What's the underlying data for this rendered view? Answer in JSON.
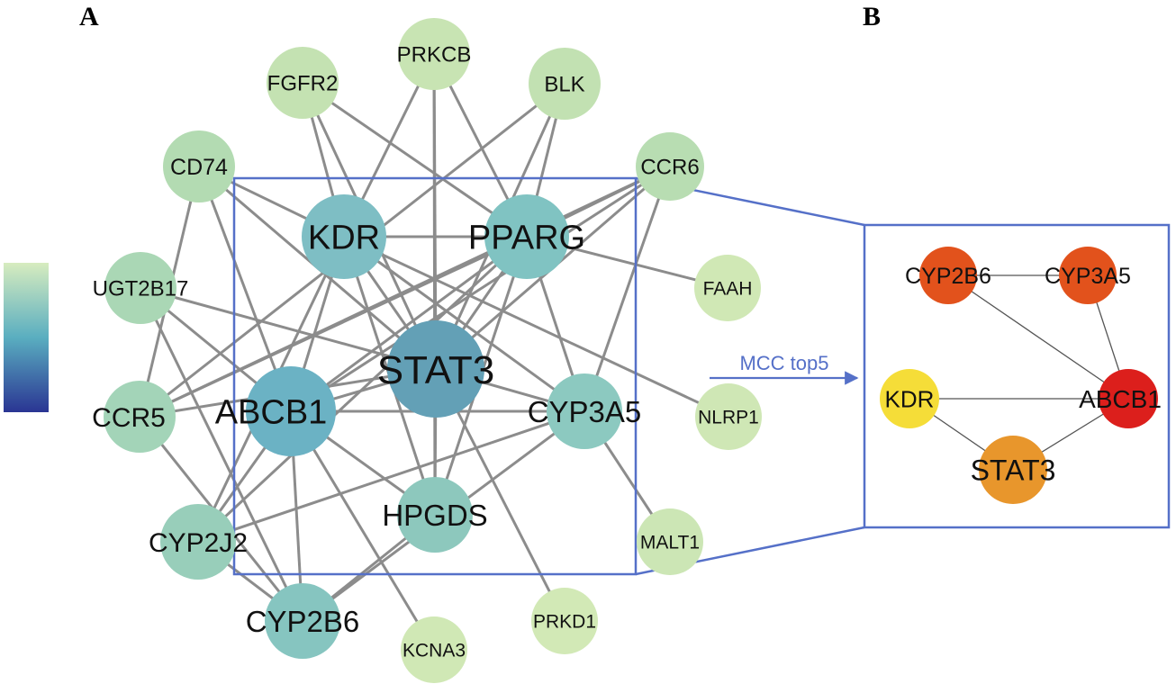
{
  "panels": {
    "a_label": "A",
    "b_label": "B"
  },
  "colors": {
    "box": "#5570c8",
    "arrow": "#5570c8",
    "scale_top": "#d7ecbf",
    "scale_mid": "#5aaec0",
    "scale_bottom": "#2a3593"
  },
  "network_a": {
    "nodes": [
      {
        "id": "STAT3",
        "color": "#63a0b6"
      },
      {
        "id": "ABCB1",
        "color": "#6bb2c4"
      },
      {
        "id": "KDR",
        "color": "#7ebec4"
      },
      {
        "id": "PPARG",
        "color": "#80c3c2"
      },
      {
        "id": "CYP3A5",
        "color": "#8cc9c0"
      },
      {
        "id": "HPGDS",
        "color": "#8dc8bd"
      },
      {
        "id": "CYP2B6",
        "color": "#86c5c0"
      },
      {
        "id": "CYP2J2",
        "color": "#98ceba"
      },
      {
        "id": "CCR5",
        "color": "#a3d4b8"
      },
      {
        "id": "UGT2B17",
        "color": "#aad7b5"
      },
      {
        "id": "CD74",
        "color": "#b3dbb2"
      },
      {
        "id": "FGFR2",
        "color": "#c4e2b2"
      },
      {
        "id": "PRKCB",
        "color": "#c8e4b3"
      },
      {
        "id": "BLK",
        "color": "#c2e1b2"
      },
      {
        "id": "CCR6",
        "color": "#b8ddb2"
      },
      {
        "id": "FAAH",
        "color": "#d0e8b5"
      },
      {
        "id": "NLRP1",
        "color": "#cfe7b5"
      },
      {
        "id": "MALT1",
        "color": "#cce6b5"
      },
      {
        "id": "PRKD1",
        "color": "#d2e9b6"
      },
      {
        "id": "KCNA3",
        "color": "#d0e8b5"
      }
    ],
    "edges": [
      [
        "STAT3",
        "KDR"
      ],
      [
        "STAT3",
        "PPARG"
      ],
      [
        "STAT3",
        "ABCB1"
      ],
      [
        "STAT3",
        "CYP3A5"
      ],
      [
        "STAT3",
        "HPGDS"
      ],
      [
        "STAT3",
        "CD74"
      ],
      [
        "STAT3",
        "UGT2B17"
      ],
      [
        "STAT3",
        "CCR6"
      ],
      [
        "STAT3",
        "BLK"
      ],
      [
        "STAT3",
        "FGFR2"
      ],
      [
        "STAT3",
        "PRKCB"
      ],
      [
        "STAT3",
        "CCR5"
      ],
      [
        "KDR",
        "PPARG"
      ],
      [
        "KDR",
        "FGFR2"
      ],
      [
        "KDR",
        "PRKCB"
      ],
      [
        "KDR",
        "CD74"
      ],
      [
        "KDR",
        "ABCB1"
      ],
      [
        "KDR",
        "HPGDS"
      ],
      [
        "KDR",
        "CYP2J2"
      ],
      [
        "KDR",
        "CYP3A5"
      ],
      [
        "KDR",
        "NLRP1"
      ],
      [
        "PPARG",
        "FGFR2"
      ],
      [
        "PPARG",
        "PRKCB"
      ],
      [
        "PPARG",
        "BLK"
      ],
      [
        "PPARG",
        "CCR6"
      ],
      [
        "PPARG",
        "FAAH"
      ],
      [
        "PPARG",
        "ABCB1"
      ],
      [
        "PPARG",
        "HPGDS"
      ],
      [
        "PPARG",
        "CYP3A5"
      ],
      [
        "PPARG",
        "CCR5"
      ],
      [
        "PPARG",
        "CYP2J2"
      ],
      [
        "ABCB1",
        "CYP3A5"
      ],
      [
        "ABCB1",
        "CYP2B6"
      ],
      [
        "ABCB1",
        "CYP2J2"
      ],
      [
        "ABCB1",
        "CD74"
      ],
      [
        "ABCB1",
        "KCNA3"
      ],
      [
        "ABCB1",
        "HPGDS"
      ],
      [
        "ABCB1",
        "CCR6"
      ],
      [
        "ABCB1",
        "UGT2B17"
      ],
      [
        "CYP3A5",
        "CYP2B6"
      ],
      [
        "CYP3A5",
        "CYP2J2"
      ],
      [
        "CYP3A5",
        "MALT1"
      ],
      [
        "CYP3A5",
        "CCR6"
      ],
      [
        "HPGDS",
        "CYP2B6"
      ],
      [
        "HPGDS",
        "PRKCB"
      ],
      [
        "UGT2B17",
        "CYP2B6"
      ],
      [
        "CD74",
        "CCR5"
      ],
      [
        "CCR5",
        "CCR6"
      ],
      [
        "CCR5",
        "BLK"
      ],
      [
        "CYP2J2",
        "CYP2B6"
      ],
      [
        "CYP2B6",
        "CCR5"
      ],
      [
        "PRKD1",
        "STAT3"
      ]
    ]
  },
  "arrow": {
    "label": "MCC top5"
  },
  "network_b": {
    "nodes": [
      {
        "id": "CYP2B6",
        "color": "#e2521c"
      },
      {
        "id": "CYP3A5",
        "color": "#e2521c"
      },
      {
        "id": "KDR",
        "color": "#f5dd38"
      },
      {
        "id": "ABCB1",
        "color": "#dc1f1c"
      },
      {
        "id": "STAT3",
        "color": "#e8962c"
      }
    ],
    "edges": [
      [
        "CYP2B6",
        "CYP3A5"
      ],
      [
        "CYP2B6",
        "ABCB1"
      ],
      [
        "CYP3A5",
        "ABCB1"
      ],
      [
        "KDR",
        "ABCB1"
      ],
      [
        "KDR",
        "STAT3"
      ],
      [
        "STAT3",
        "ABCB1"
      ]
    ]
  }
}
